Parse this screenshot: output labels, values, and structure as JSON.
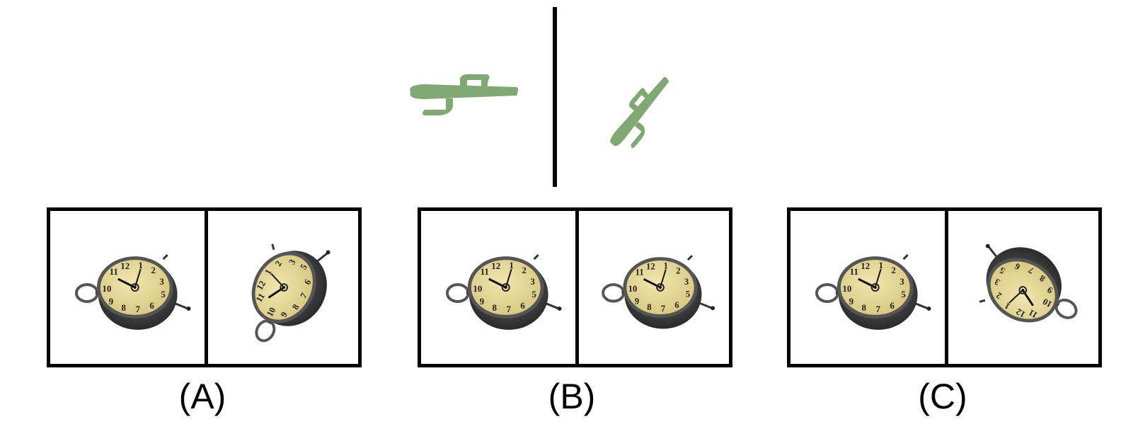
{
  "prompt": {
    "reference_left": {
      "icon": "cactus-icon",
      "rotation_deg": 0
    },
    "reference_right": {
      "icon": "cactus-icon",
      "rotation_deg": -50
    },
    "colors": {
      "cactus": "#7fa872",
      "cactus_dark": "#5f8a55",
      "divider": "#000000"
    }
  },
  "options": [
    {
      "label": "(A)",
      "left_icon": "pocket-watch-icon",
      "right_icon": "pocket-watch-icon",
      "right_rotation_deg": -60
    },
    {
      "label": "(B)",
      "left_icon": "pocket-watch-icon",
      "right_icon": "pocket-watch-icon",
      "right_rotation_deg": 0
    },
    {
      "label": "(C)",
      "left_icon": "pocket-watch-icon",
      "right_icon": "pocket-watch-icon",
      "right_rotation_deg": -150
    }
  ],
  "colors": {
    "watch_face": "#e8dc9e",
    "watch_case": "#3f3f3f",
    "border": "#000000"
  }
}
